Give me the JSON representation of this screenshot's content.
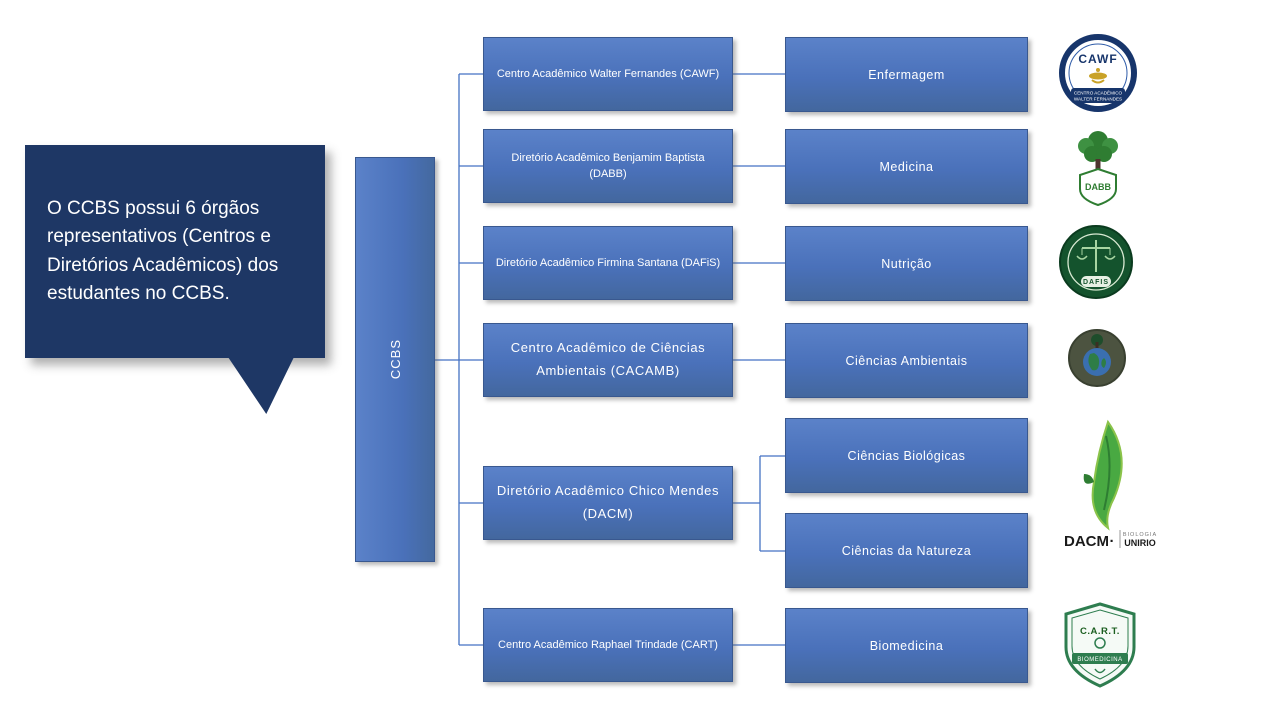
{
  "callout": {
    "text": "O CCBS possui 6 órgãos representativos (Centros e Diretórios Acadêmicos) dos estudantes no CCBS."
  },
  "root": {
    "label": "CCBS"
  },
  "rows": [
    {
      "org": "Centro Acadêmico Walter Fernandes (CAWF)"
    },
    {
      "org": "Diretório Acadêmico Benjamim Baptista (DABB)"
    },
    {
      "org": "Diretório Acadêmico Firmina Santana (DAFiS)"
    },
    {
      "org": "Centro Acadêmico de Ciências Ambientais (CACAMB)"
    },
    {
      "org": "Diretório Acadêmico Chico Mendes (DACM)"
    },
    {
      "org": "Centro Acadêmico Raphael Trindade (CART)"
    }
  ],
  "courses": [
    {
      "label": "Enfermagem"
    },
    {
      "label": "Medicina"
    },
    {
      "label": "Nutrição"
    },
    {
      "label": "Ciências Ambientais"
    },
    {
      "label": "Ciências Biológicas"
    },
    {
      "label": "Ciências da Natureza"
    },
    {
      "label": "Biomedicina"
    }
  ],
  "logos": {
    "cawf": {
      "title": "CAWF",
      "line1": "CENTRO ACADÊMICO",
      "line2": "WALTER FERNANDES"
    },
    "dabb": {
      "title": "DABB"
    },
    "dafis": {
      "title": "DAFIS"
    },
    "dacm": {
      "title": "DACM",
      "dot": "·",
      "line1": "BIOLOGIA",
      "line2": "UNIRIO"
    },
    "cart": {
      "title": "C.A.R.T.",
      "line1": "BIOMEDICINA"
    }
  },
  "colors": {
    "box_blue": "#4a71ba",
    "callout_navy": "#1e3765",
    "line_blue": "#4472c4",
    "logo_green": "#2e7d4f"
  }
}
